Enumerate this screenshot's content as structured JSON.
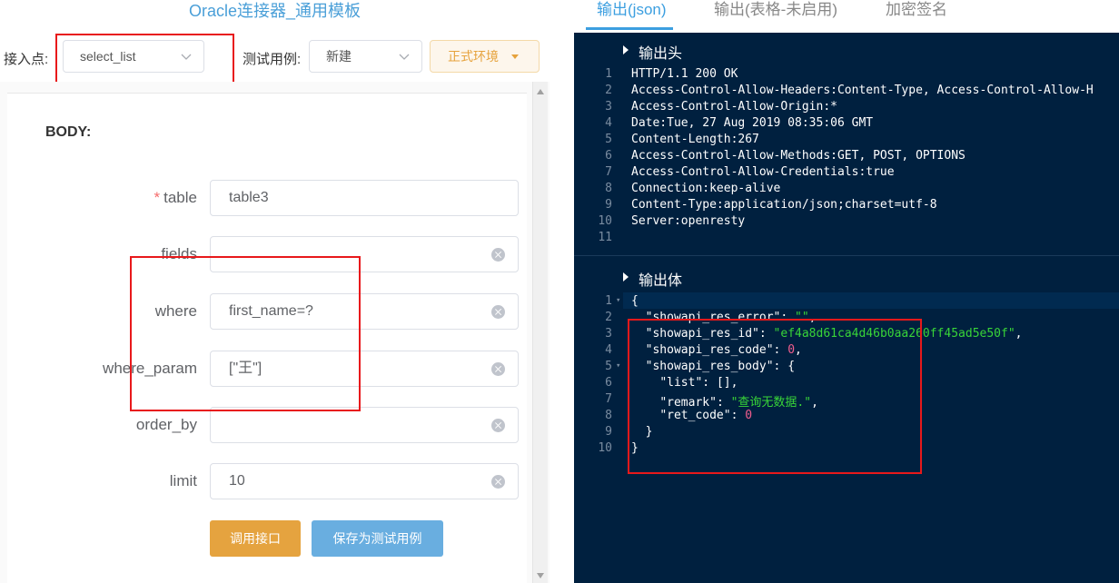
{
  "left": {
    "title": "Oracle连接器_通用模板",
    "access_point_label": "接入点:",
    "access_point_value": "select_list",
    "test_case_label": "测试用例:",
    "test_case_value": "新建",
    "env_button": "正式环境",
    "section_title": "BODY:",
    "fields": [
      {
        "label": "table",
        "required": true,
        "value": "table3",
        "clearable": false
      },
      {
        "label": "fields",
        "required": false,
        "value": "",
        "clearable": true
      },
      {
        "label": "where",
        "required": false,
        "value": "first_name=?",
        "clearable": true
      },
      {
        "label": "where_param",
        "required": false,
        "value": "[\"王\"]",
        "clearable": true
      },
      {
        "label": "order_by",
        "required": false,
        "value": "",
        "clearable": true
      },
      {
        "label": "limit",
        "required": false,
        "value": "10",
        "clearable": true
      }
    ],
    "required_mark": "*",
    "call_button": "调用接口",
    "save_button": "保存为测试用例"
  },
  "right": {
    "tabs": [
      "输出(json)",
      "输出(表格-未启用)",
      "加密签名"
    ],
    "header_section_title": "输出头",
    "header_lines": [
      "HTTP/1.1 200 OK",
      "Access-Control-Allow-Headers:Content-Type, Access-Control-Allow-H",
      "Access-Control-Allow-Origin:*",
      "Date:Tue, 27 Aug 2019 08:35:06 GMT",
      "Content-Length:267",
      "Access-Control-Allow-Methods:GET, POST, OPTIONS",
      "Access-Control-Allow-Credentials:true",
      "Connection:keep-alive",
      "Content-Type:application/json;charset=utf-8",
      "Server:openresty",
      ""
    ],
    "body_section_title": "输出体",
    "body_json": {
      "open": "{",
      "error_key": "\"showapi_res_error\"",
      "error_val": "\"\"",
      "id_key": "\"showapi_res_id\"",
      "id_val": "\"ef4a8d61ca4d46b0aa260ff45ad5e50f\"",
      "code_key": "\"showapi_res_code\"",
      "code_val": "0",
      "body_key": "\"showapi_res_body\"",
      "list_key": "\"list\"",
      "list_val": "[]",
      "remark_key": "\"remark\"",
      "remark_val": "\"查询无数据.\"",
      "ret_key": "\"ret_code\"",
      "ret_val": "0",
      "close_inner": "}",
      "close": "}"
    }
  },
  "colors": {
    "accent": "#3c9fe0",
    "editor_bg": "#00203f",
    "string": "#38d438",
    "number": "#f25d8e",
    "highlight": "#e8191b",
    "call_btn": "#e5a33f",
    "save_btn": "#69aee0"
  }
}
